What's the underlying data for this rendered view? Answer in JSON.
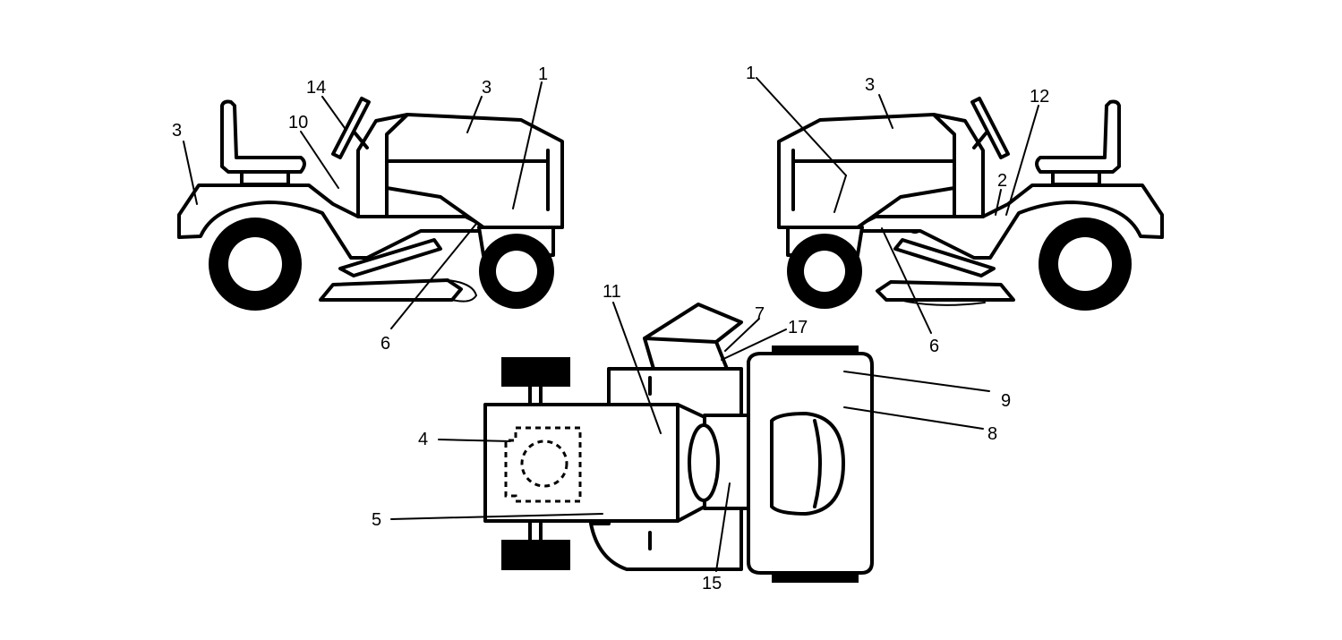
{
  "callouts": {
    "left_1": "1",
    "left_3_hood": "3",
    "left_3_fender": "3",
    "left_14": "14",
    "left_10": "10",
    "left_6": "6",
    "right_1": "1",
    "right_3": "3",
    "right_12": "12",
    "right_2": "2",
    "right_6": "6",
    "top_11": "11",
    "top_7": "7",
    "top_17": "17",
    "top_9": "9",
    "top_8": "8",
    "top_4": "4",
    "top_5": "5",
    "top_15": "15"
  }
}
